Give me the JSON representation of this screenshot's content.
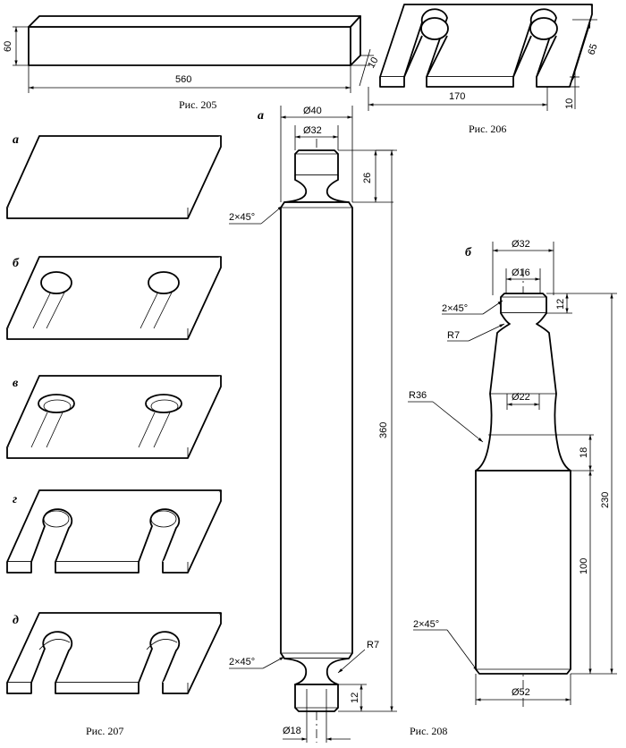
{
  "fig205": {
    "caption": "Рис. 205",
    "dims": {
      "height": "60",
      "length": "560",
      "thickness": "10"
    }
  },
  "fig206": {
    "caption": "Рис. 206",
    "dims": {
      "width": "65",
      "length": "170",
      "thickness": "10"
    }
  },
  "fig207": {
    "caption": "Рис. 207",
    "labels": [
      "а",
      "б",
      "в",
      "г",
      "д"
    ]
  },
  "fig208": {
    "caption": "Рис. 208",
    "a": {
      "label": "а",
      "dims": {
        "d40": "Ø40",
        "d32": "Ø32",
        "top_len": "26",
        "chamfer_top": "2×45°",
        "total": "360",
        "r7": "R7",
        "chamfer_bottom": "2×45°",
        "bottom_len": "12",
        "d18": "Ø18"
      }
    },
    "b": {
      "label": "б",
      "dims": {
        "d32": "Ø32",
        "d16": "Ø16",
        "top_len": "12",
        "chamfer_top": "2×45°",
        "r7": "R7",
        "d22": "Ø22",
        "r36": "R36",
        "neck_len": "18",
        "total": "230",
        "body_len": "100",
        "chamfer_bottom": "2×45°",
        "d52": "Ø52"
      }
    }
  }
}
